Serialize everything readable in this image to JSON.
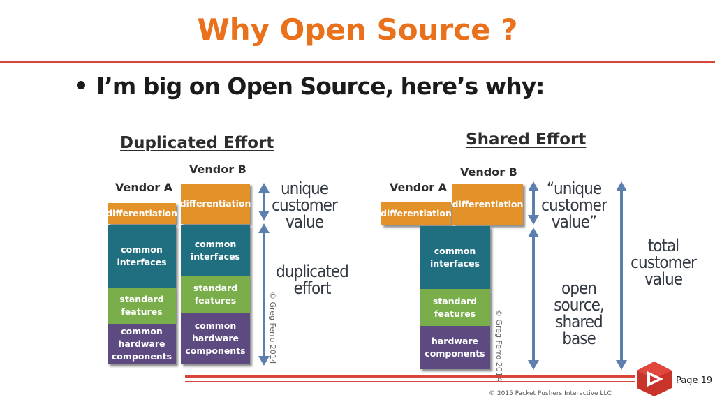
{
  "title": "Why Open Source ?",
  "bullet": "I’m big on Open Source, here’s why:",
  "left": {
    "heading": "Duplicated Effort",
    "vendor_a": "Vendor A",
    "vendor_b": "Vendor B",
    "blocks_a": [
      "differentiation",
      "common interfaces",
      "standard features",
      "common hardware components"
    ],
    "blocks_b": [
      "differentiation",
      "common interfaces",
      "standard features",
      "common hardware components"
    ],
    "label_unique": "unique customer value",
    "label_duplicated": "duplicated effort",
    "copyright": "© Greg Ferro 2014"
  },
  "right": {
    "heading": "Shared Effort",
    "vendor_a": "Vendor A",
    "vendor_b": "Vendor B",
    "diff_a": "differentiation",
    "diff_b": "differentiation",
    "blocks_shared": [
      "common interfaces",
      "standard features",
      "hardware components"
    ],
    "label_unique": "“unique customer value”",
    "label_open": "open source, shared base",
    "label_total": "total customer value",
    "copyright": "© Greg Ferro 2014"
  },
  "footer": {
    "copyright": "© 2015 Packet Pushers Interactive LLC",
    "page": "Page 19"
  },
  "colors": {
    "title": "#e9711c",
    "rule": "#d9443b",
    "orange": "#e3922a",
    "teal": "#206f80",
    "green": "#7aae4a",
    "purple": "#5c4a80",
    "arrow": "#5c7fae"
  }
}
